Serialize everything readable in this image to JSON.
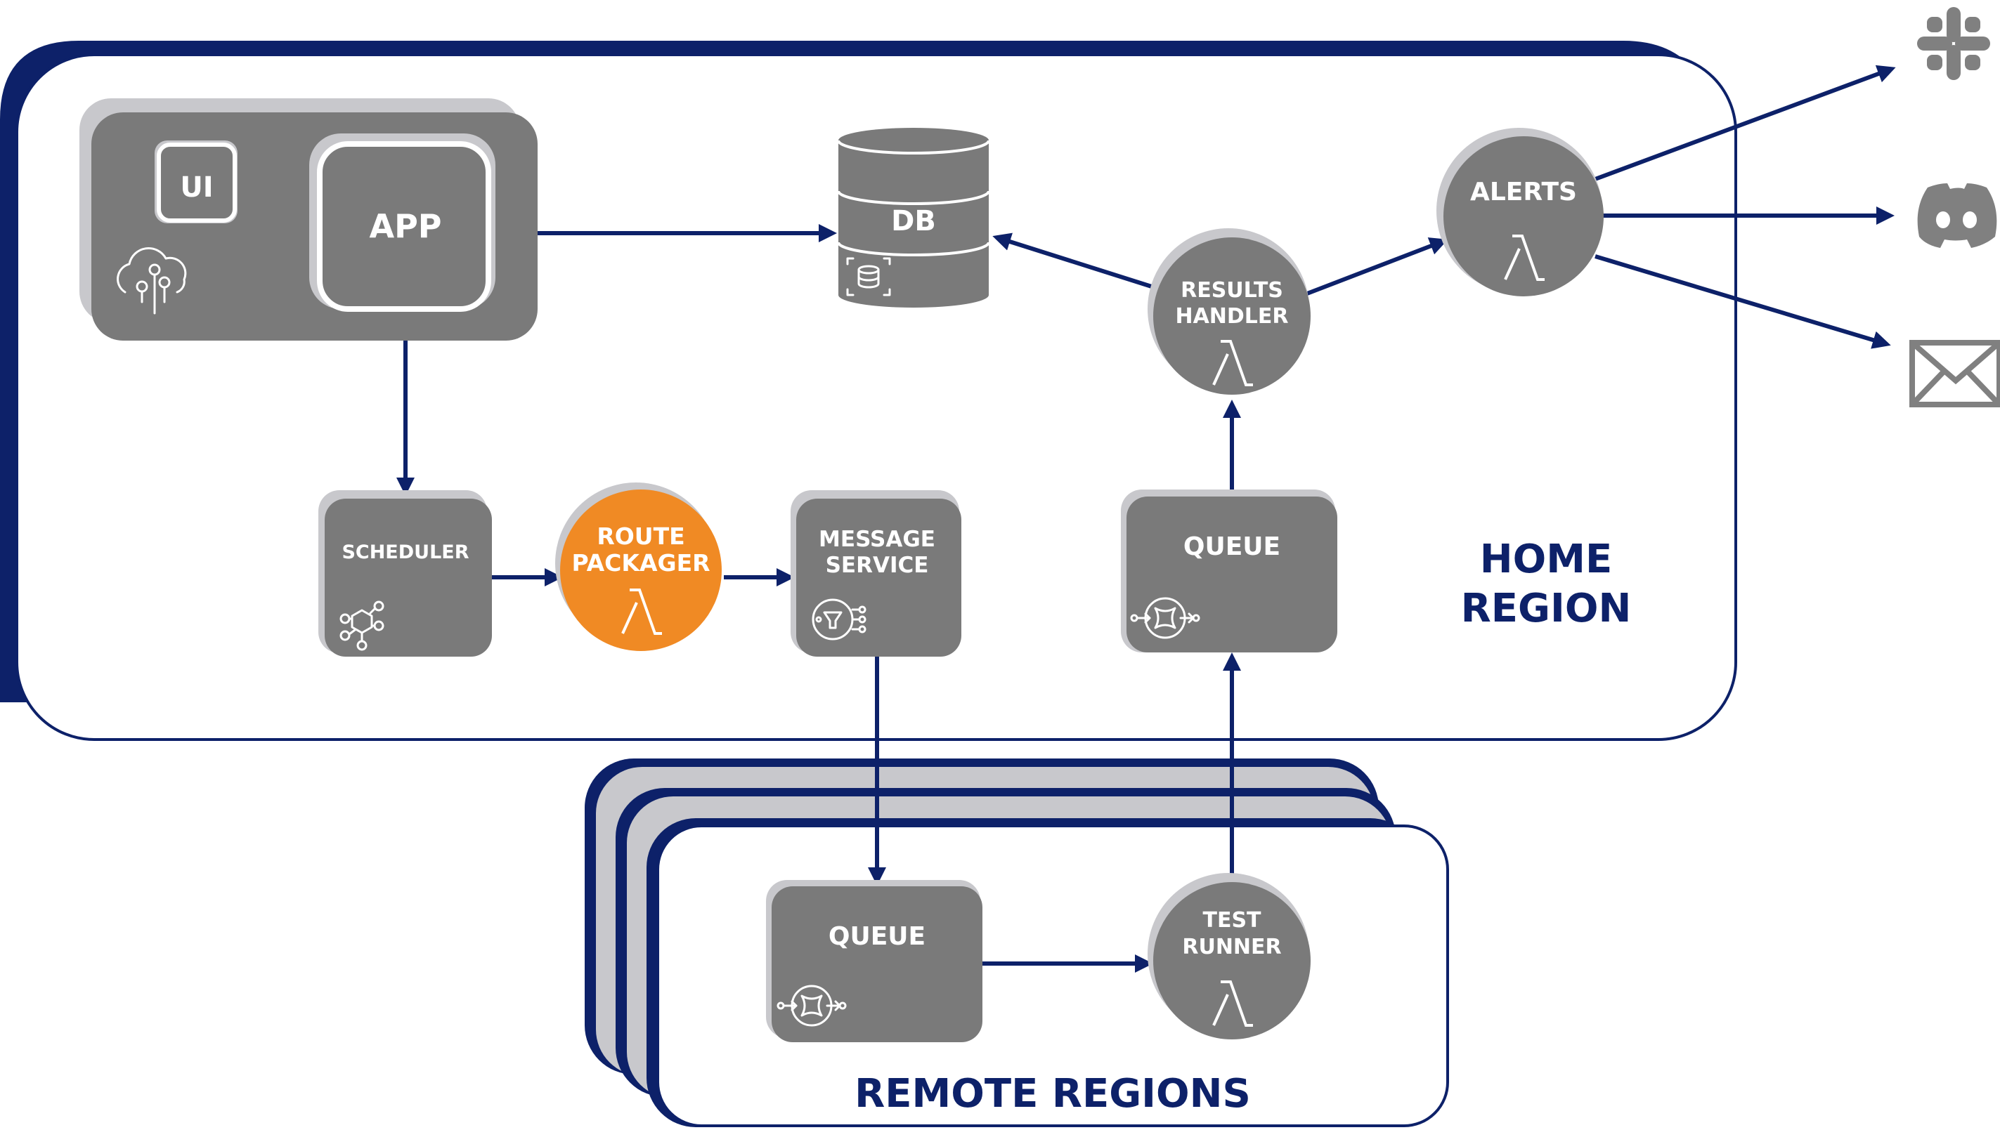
{
  "regions": {
    "home": {
      "line1": "HOME",
      "line2": "REGION"
    },
    "remote": {
      "label": "REMOTE REGIONS"
    }
  },
  "nodes": {
    "ui": "UI",
    "app": "APP",
    "db": "DB",
    "scheduler": "SCHEDULER",
    "route_packager": {
      "line1": "ROUTE",
      "line2": "PACKAGER"
    },
    "message_service": {
      "line1": "MESSAGE",
      "line2": "SERVICE"
    },
    "home_queue": "QUEUE",
    "results_handler": {
      "line1": "RESULTS",
      "line2": "HANDLER"
    },
    "alerts": "ALERTS",
    "remote_queue": "QUEUE",
    "test_runner": {
      "line1": "TEST",
      "line2": "RUNNER"
    }
  },
  "icons": {
    "lambda": "lambda-icon",
    "amplify": "cloud-tree-icon",
    "database": "database-icon",
    "scheduler": "eventbridge-scheduler-icon",
    "sns": "sns-icon",
    "sqs": "sqs-queue-icon",
    "slack": "slack-icon",
    "discord": "discord-icon",
    "email": "email-icon"
  },
  "colors": {
    "navy": "#0d2169",
    "node_gray": "#7a7a7a",
    "shadow_gray": "#c8c8cc",
    "orange": "#f08a24",
    "icon_gray": "#808080"
  }
}
